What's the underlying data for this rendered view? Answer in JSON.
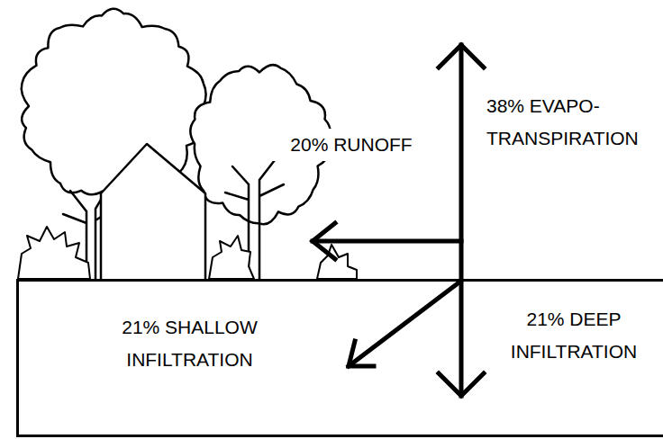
{
  "diagram": {
    "nodes": [
      {
        "text": [
          "21% SHALLOW INFILTRATION",
          "21% DEEP INFILTRATION"
        ]
      }
    ],
    "labels": [
      "20% RUNOFF",
      "38% EVAPO- TRANSPIRATION"
    ]
  }
}
